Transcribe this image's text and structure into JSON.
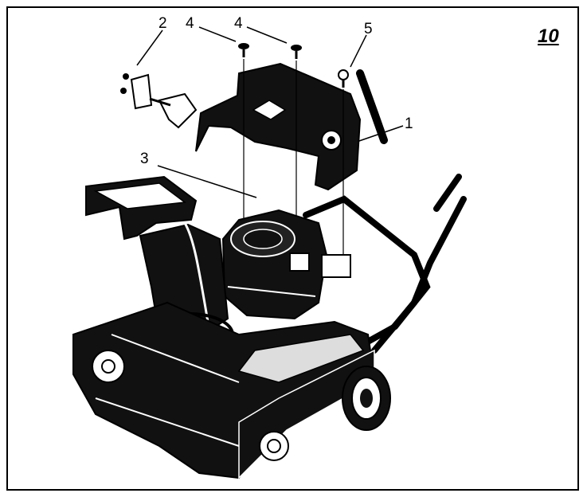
{
  "figure": {
    "number": "10"
  },
  "callouts": [
    {
      "id": "part-1",
      "text": "1"
    },
    {
      "id": "part-2",
      "text": "2"
    },
    {
      "id": "part-3",
      "text": "3"
    },
    {
      "id": "part-4a",
      "text": "4"
    },
    {
      "id": "part-4b",
      "text": "4"
    },
    {
      "id": "part-5",
      "text": "5"
    }
  ]
}
